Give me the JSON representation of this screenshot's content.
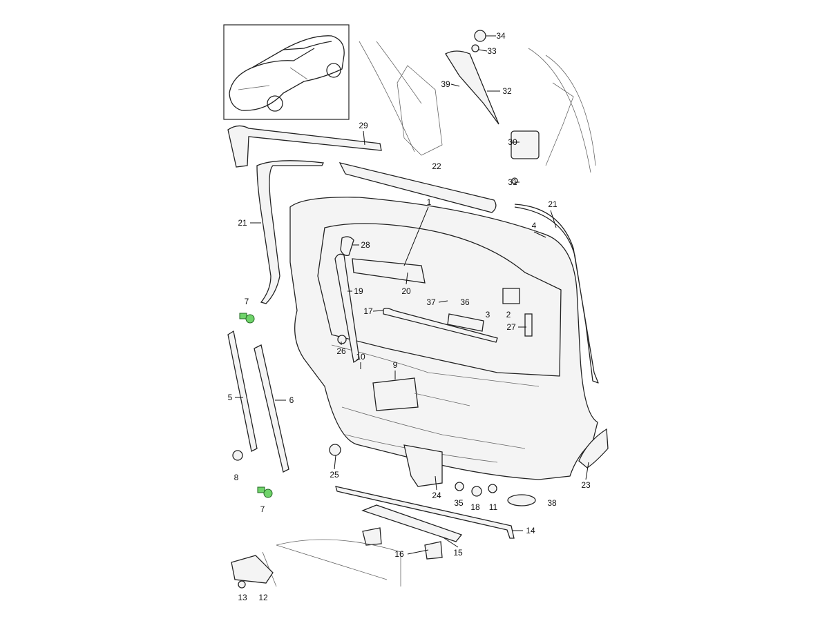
{
  "title": "Rear lid / tailgate parts diagram",
  "callouts": [
    "1",
    "2",
    "3",
    "4",
    "5",
    "6",
    "7",
    "7",
    "8",
    "9",
    "10",
    "11",
    "12",
    "13",
    "14",
    "15",
    "16",
    "17",
    "18",
    "19",
    "20",
    "21",
    "21",
    "22",
    "23",
    "24",
    "25",
    "26",
    "27",
    "28",
    "29",
    "30",
    "31",
    "32",
    "33",
    "34",
    "35",
    "36",
    "37",
    "38",
    "39"
  ],
  "colors": {
    "line": "#222222",
    "highlight": "#6fd36a"
  }
}
